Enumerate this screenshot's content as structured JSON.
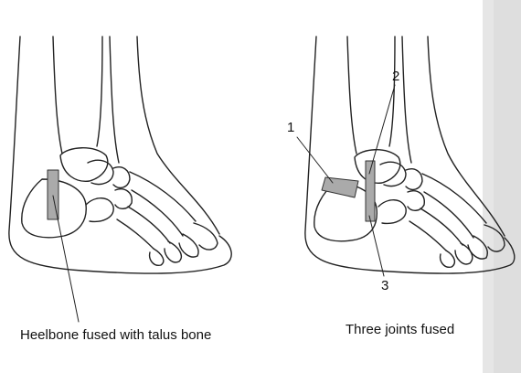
{
  "diagram": {
    "left_panel": {
      "caption": "Heelbone fused with talus bone"
    },
    "right_panel": {
      "caption": "Three joints fused",
      "callouts": [
        "1",
        "2",
        "3"
      ]
    }
  }
}
